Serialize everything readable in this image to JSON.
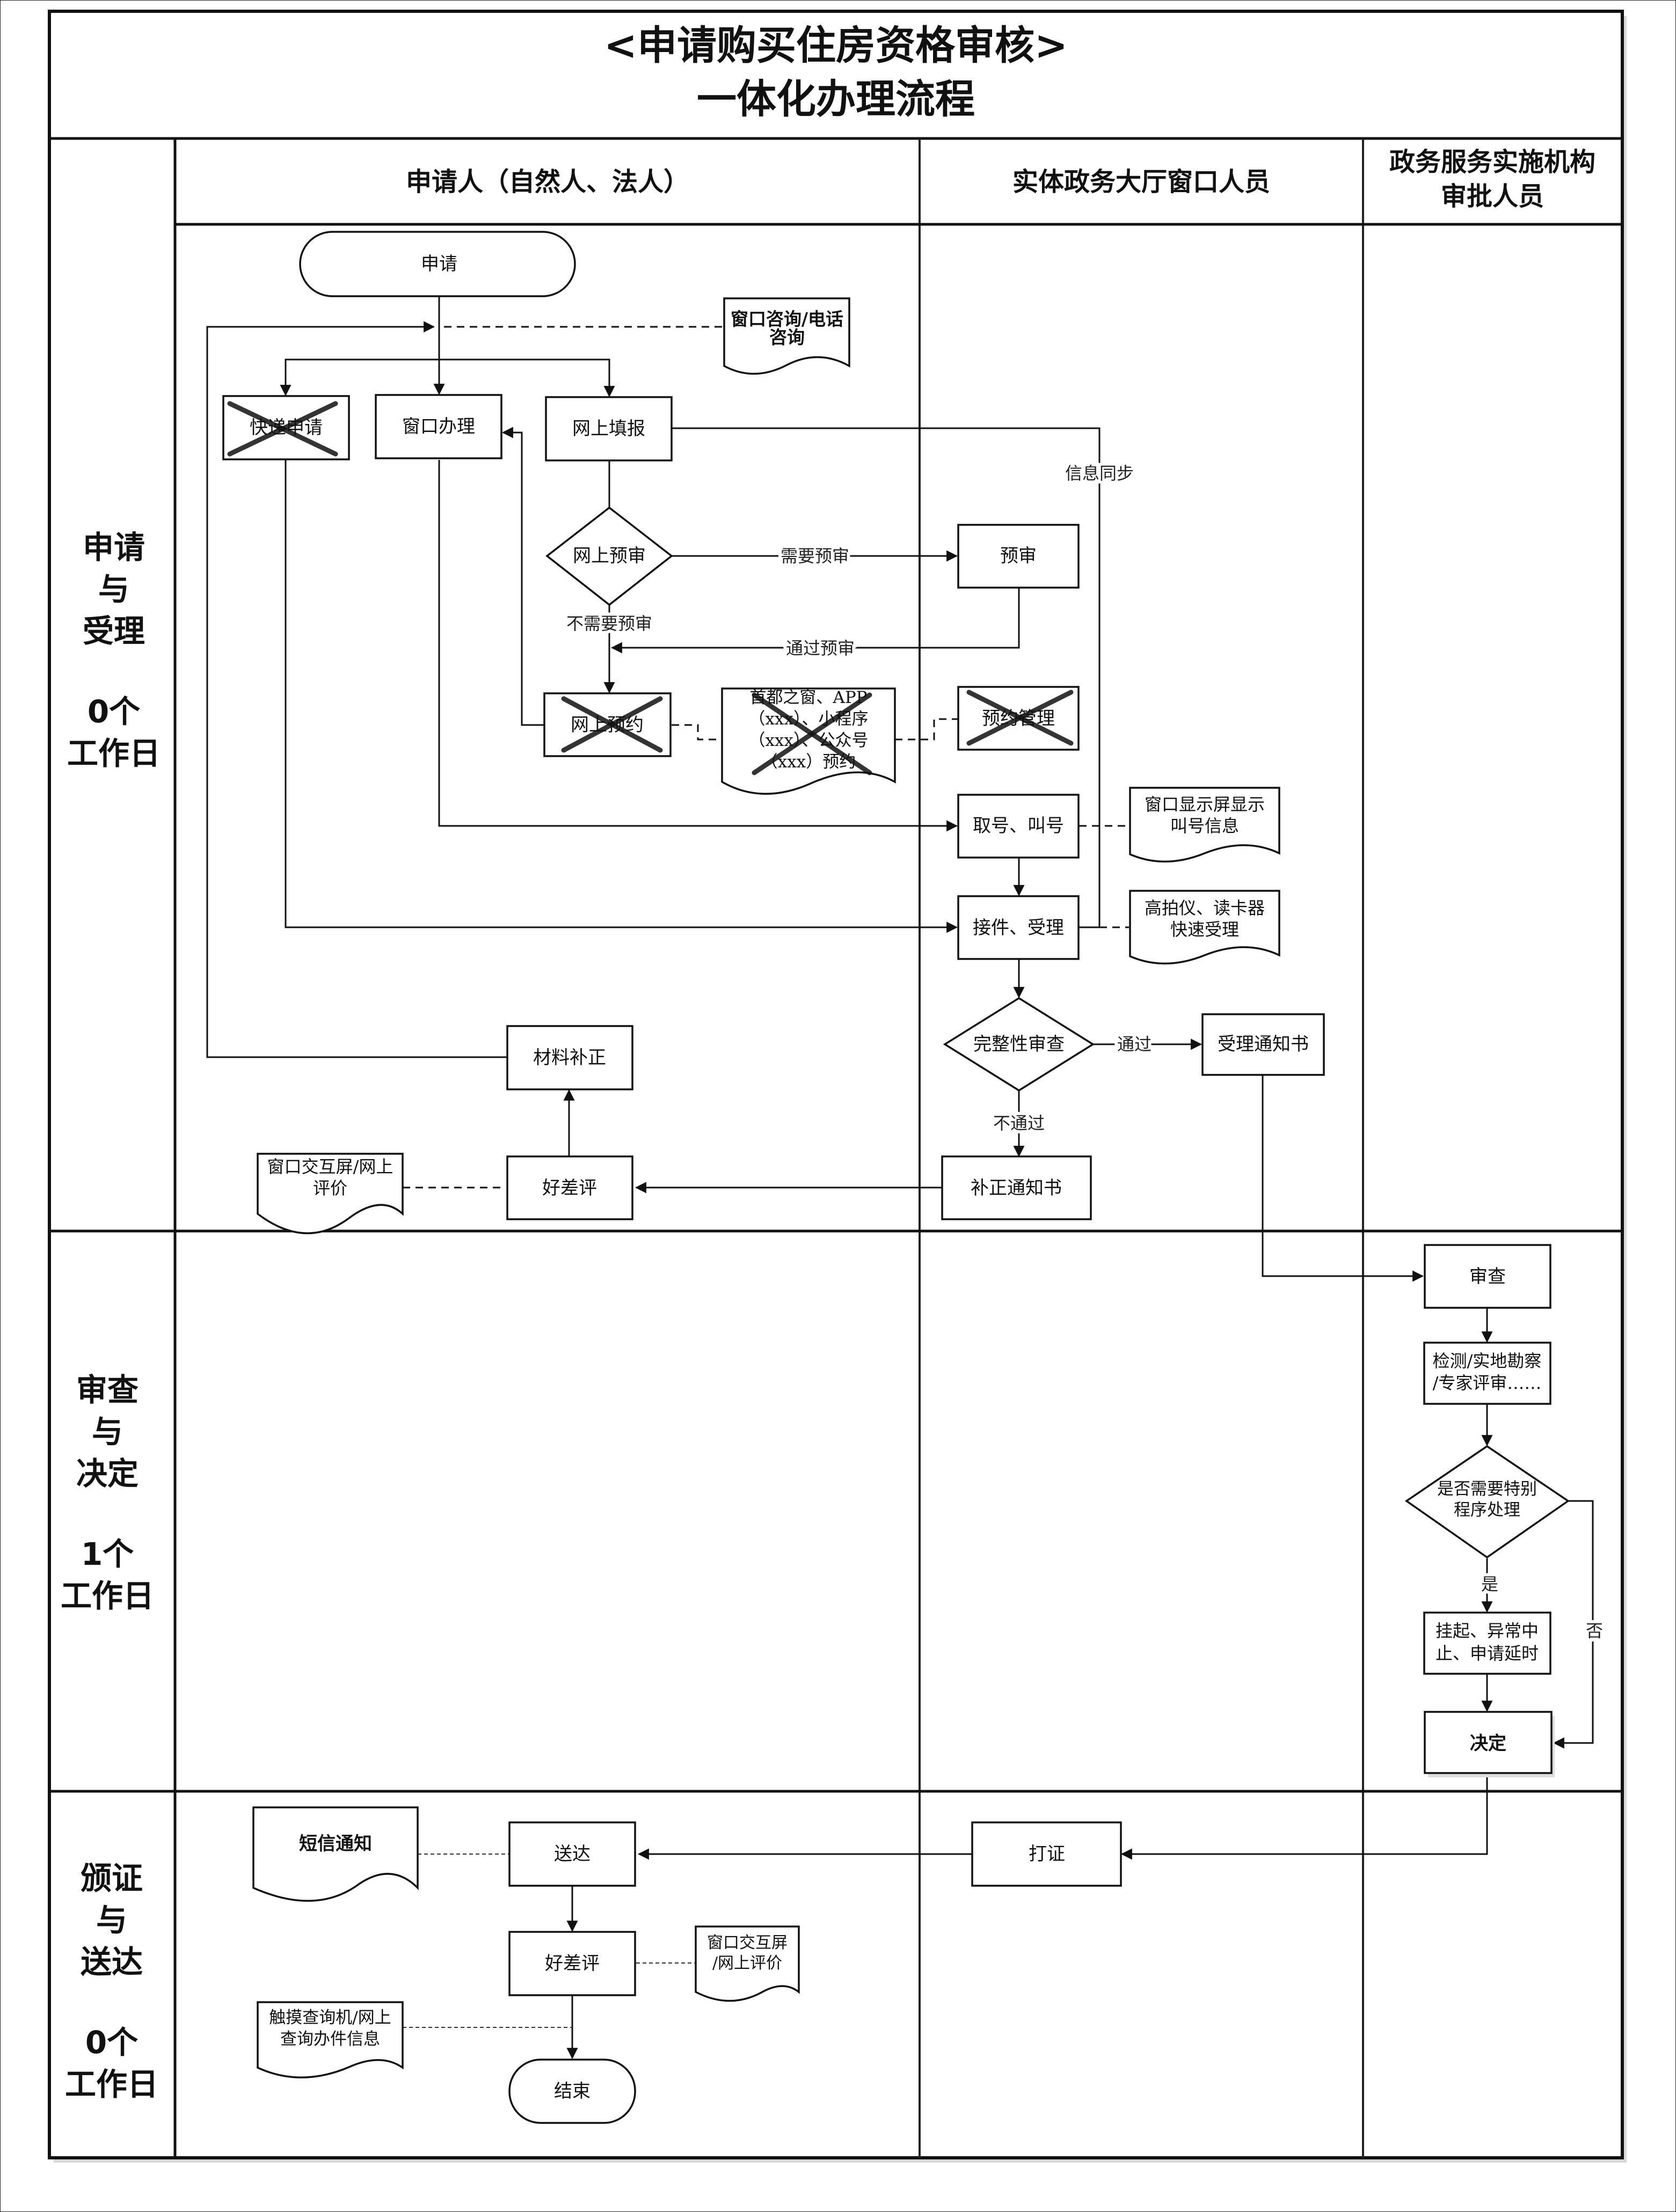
{
  "title": {
    "line1": "<申请购买住房资格审核>",
    "line2": "一体化办理流程"
  },
  "lanes": [
    {
      "id": "applicant",
      "label": "申请人（自然人、法人）"
    },
    {
      "id": "window",
      "label": "实体政务大厅窗口人员"
    },
    {
      "id": "approver",
      "label_line1": "政务服务实施机构",
      "label_line2": "审批人员"
    }
  ],
  "phases": [
    {
      "id": "apply",
      "lines": [
        "申请",
        "与",
        "受理",
        "",
        "0个",
        "工作日"
      ]
    },
    {
      "id": "review",
      "lines": [
        "审查",
        "与",
        "决定",
        "",
        "1个",
        "工作日"
      ]
    },
    {
      "id": "issue",
      "lines": [
        "颁证",
        "与",
        "送达",
        "",
        "0个",
        "工作日"
      ]
    }
  ],
  "nodes": {
    "start": "申请",
    "consult_doc": [
      "窗口咨询/电话",
      "咨询"
    ],
    "express_apply": {
      "label": "快递申请",
      "crossed_out": true
    },
    "window_handle": "窗口办理",
    "online_fill": "网上填报",
    "online_precheck": "网上预审",
    "precheck": "预审",
    "online_booking": {
      "label": "网上预约",
      "crossed_out": true
    },
    "booking_doc": {
      "lines": [
        "首都之窗、APP",
        "（xxx）、小程序",
        "（xxx）、公众号",
        "（xxx）预约"
      ],
      "crossed_out": true
    },
    "booking_mgmt": {
      "label": "预约管理",
      "crossed_out": true
    },
    "take_number": "取号、叫号",
    "display_doc": [
      "窗口显示屏显示",
      "叫号信息"
    ],
    "receive": "接件、受理",
    "scanner_doc": [
      "高拍仪、读卡器",
      "快速受理"
    ],
    "completeness": "完整性审查",
    "accept_notice": "受理通知书",
    "correction_notice": "补正通知书",
    "rating1": "好差评",
    "rating_doc1": [
      "窗口交互屏/网上",
      "评价"
    ],
    "material_fix": "材料补正",
    "review": "审查",
    "inspect": [
      "检测/实地勘察",
      "/专家评审……"
    ],
    "special_decision": [
      "是否需要特别",
      "程序处理"
    ],
    "suspend": [
      "挂起、异常中",
      "止、申请延时"
    ],
    "decide": "决定",
    "print_cert": "打证",
    "deliver": "送达",
    "sms_doc": "短信通知",
    "rating2": "好差评",
    "rating_doc2": [
      "窗口交互屏",
      "/网上评价"
    ],
    "query_doc": [
      "触摸查询机/网上",
      "查询办件信息"
    ],
    "end": "结束"
  },
  "edge_labels": {
    "need_precheck": "需要预审",
    "no_precheck": "不需要预审",
    "pass_precheck": "通过预审",
    "info_sync": "信息同步",
    "pass": "通过",
    "fail": "不通过",
    "yes": "是",
    "no": "否"
  }
}
